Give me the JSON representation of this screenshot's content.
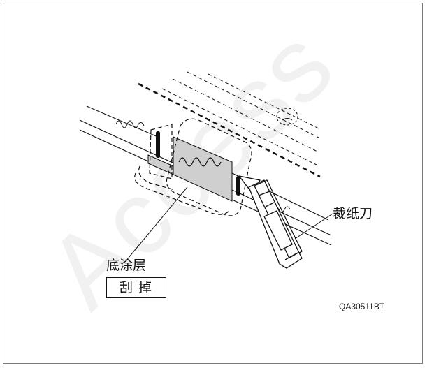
{
  "labels": {
    "knife": "裁纸刀",
    "undercoat": "底涂层",
    "scrape": "刮掉"
  },
  "figure_code": "QA30511BT",
  "watermark": "Access",
  "colors": {
    "line": "#111111",
    "frame": "#7a7a7a",
    "strip_fill": "#cfcfcf",
    "watermark": "#e9e9e9"
  },
  "icons": [
    "utility-knife-icon",
    "rubber-stopper-icon",
    "scraped-area-icon"
  ]
}
